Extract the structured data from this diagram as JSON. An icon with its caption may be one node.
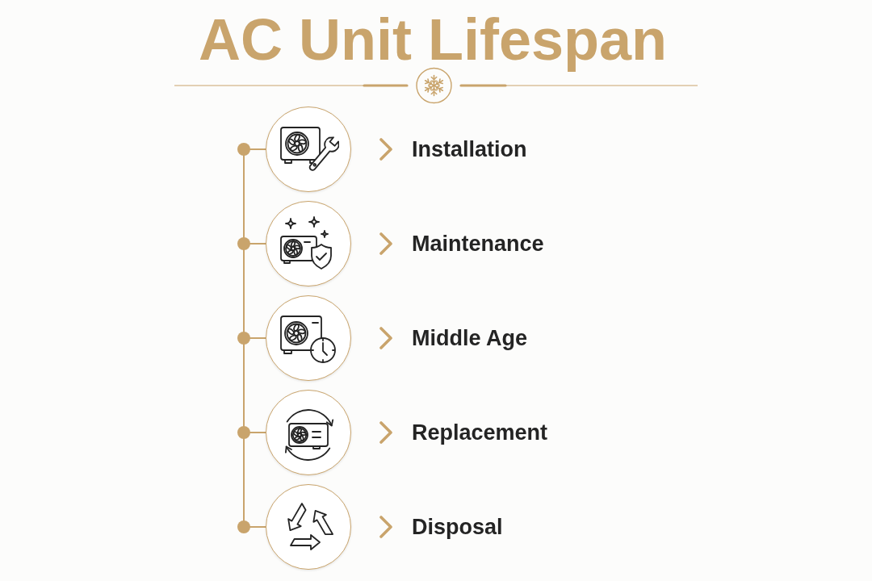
{
  "diagram": {
    "title": "AC Unit Lifespan",
    "nodes": [
      {
        "text": [],
        "shape": "circle",
        "beside": [
          "Installation"
        ]
      },
      {
        "text": [],
        "shape": "circle",
        "beside": [
          "Maintenance"
        ]
      },
      {
        "text": [],
        "shape": "circle",
        "beside": [
          "Middle Age"
        ]
      },
      {
        "text": [],
        "shape": "circle",
        "beside": [
          "Replacement"
        ]
      },
      {
        "text": [],
        "shape": "circle",
        "beside": [
          "Disposal"
        ]
      }
    ],
    "edges": [
      {
        "from": 0,
        "to": 1,
        "arrow": "none"
      },
      {
        "from": 1,
        "to": 2,
        "arrow": "none"
      },
      {
        "from": 2,
        "to": 3,
        "arrow": "none"
      },
      {
        "from": 3,
        "to": 4,
        "arrow": "none"
      }
    ]
  }
}
